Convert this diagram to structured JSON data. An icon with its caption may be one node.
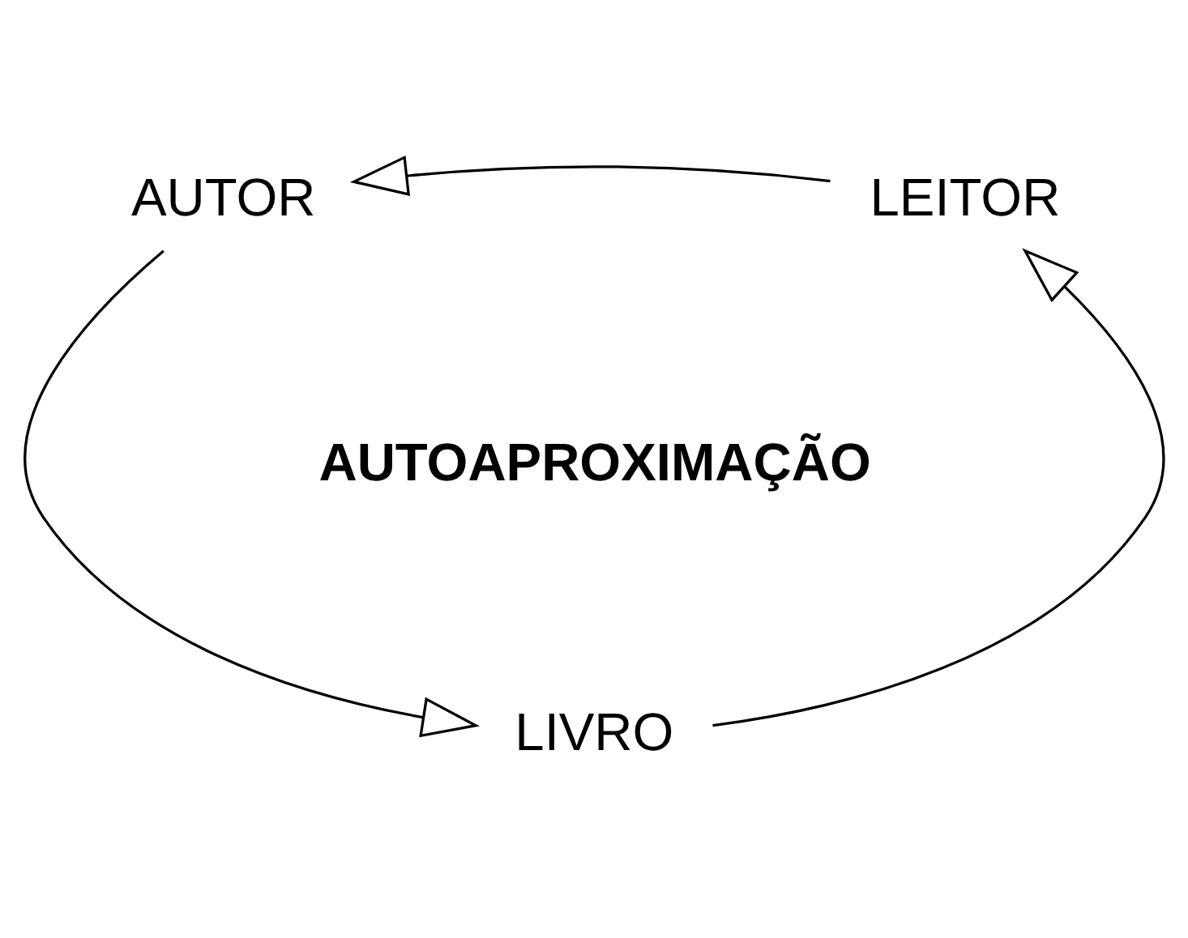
{
  "diagram": {
    "nodes": [
      {
        "text": [
          "AUTOR"
        ]
      },
      {
        "text": [
          "LEITOR"
        ]
      },
      {
        "text": [
          "LIVRO"
        ]
      }
    ],
    "edges": [
      {
        "from": 1,
        "to": 0,
        "arrow": "to"
      },
      {
        "from": 0,
        "to": 2,
        "arrow": "to"
      },
      {
        "from": 2,
        "to": 1,
        "arrow": "to"
      }
    ],
    "labels": [
      "AUTOAPROXIMAÇÃO"
    ]
  }
}
